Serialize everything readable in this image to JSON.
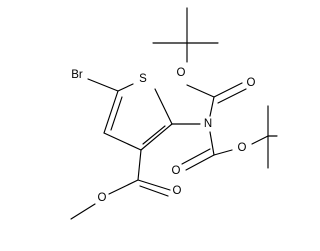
{
  "molecule": {
    "atoms": {
      "bromine": "Br",
      "sulfur": "S",
      "nitrogen": "N",
      "oxygen_boc1_ester": "O",
      "oxygen_boc1_carbonyl": "O",
      "oxygen_boc2_ester": "O",
      "oxygen_boc2_carbonyl": "O",
      "oxygen_ester_carbonyl": "O",
      "oxygen_ester_methoxy": "O"
    },
    "colors": {
      "bond": "#000000",
      "label": "#000000",
      "background": "#ffffff"
    }
  }
}
